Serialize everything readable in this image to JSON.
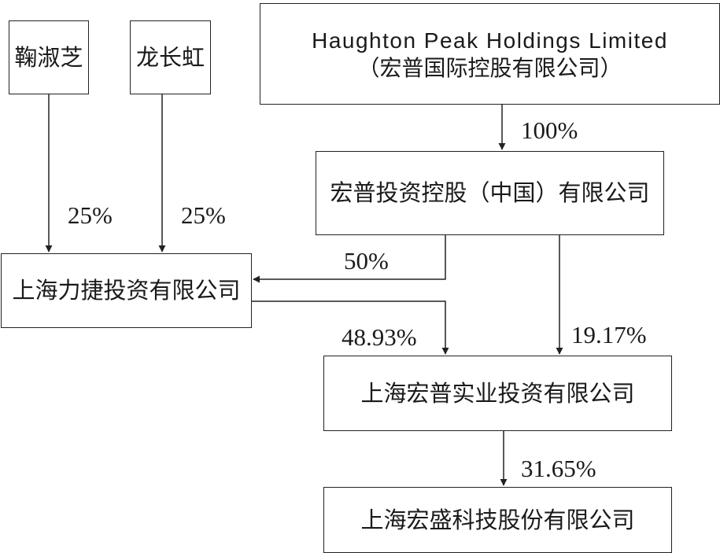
{
  "entities": {
    "ju_shuzhi": "鞠淑芝",
    "long_changhong": "龙长虹",
    "haughton": {
      "name_en": "Haughton Peak Holdings Limited",
      "name_cn": "（宏普国际控股有限公司）"
    },
    "hongpu_china": "宏普投资控股（中国）有限公司",
    "shanghai_lijie": "上海力捷投资有限公司",
    "shanghai_hongpu": "上海宏普实业投资有限公司",
    "shanghai_hongsheng": "上海宏盛科技股份有限公司"
  },
  "ownership": {
    "haughton_to_hongpu_china": "100%",
    "ju_to_lijie": "25%",
    "long_to_lijie": "25%",
    "hongpu_china_to_lijie": "50%",
    "lijie_to_shanghai_hongpu": "48.93%",
    "hongpu_china_to_shanghai_hongpu": "19.17%",
    "shanghai_hongpu_to_hongsheng": "31.65%"
  }
}
